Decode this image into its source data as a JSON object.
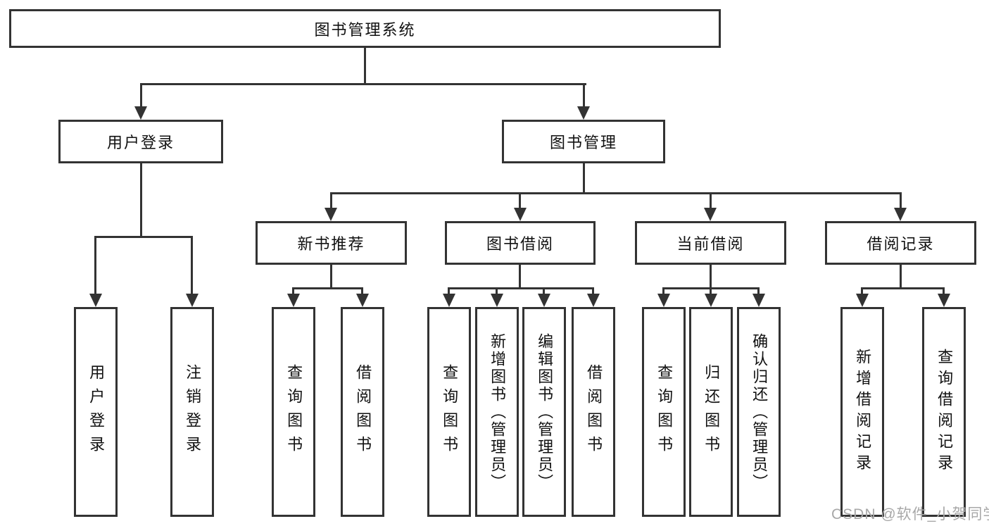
{
  "page": {
    "background": "#ffffff"
  },
  "diagram": {
    "type": "hierarchy-tree",
    "line_color": "#333333",
    "text_color": "#111111",
    "nodes": {
      "root": "图书管理系统",
      "user_login": "用户登录",
      "book_mgmt": "图书管理",
      "new_book_rec": "新书推荐",
      "book_borrow": "图书借阅",
      "current_borrow": "当前借阅",
      "borrow_record": "借阅记录",
      "ul_login": "用户登录",
      "ul_logout": "注销登录",
      "nr_query": "查询图书",
      "nr_borrow": "借阅图书",
      "bb_query": "查询图书",
      "bb_add": "新增图书（管理员）",
      "bb_edit": "编辑图书（管理员）",
      "bb_borrow": "借阅图书",
      "cb_query": "查询图书",
      "cb_return": "归还图书",
      "cb_confirm": "确认归还（管理员）",
      "br_add": "新增借阅记录",
      "br_query": "查询借阅记录"
    },
    "watermark": {
      "text": "CSDN @软件_小贺同学",
      "color": "#a8a8a8"
    }
  }
}
